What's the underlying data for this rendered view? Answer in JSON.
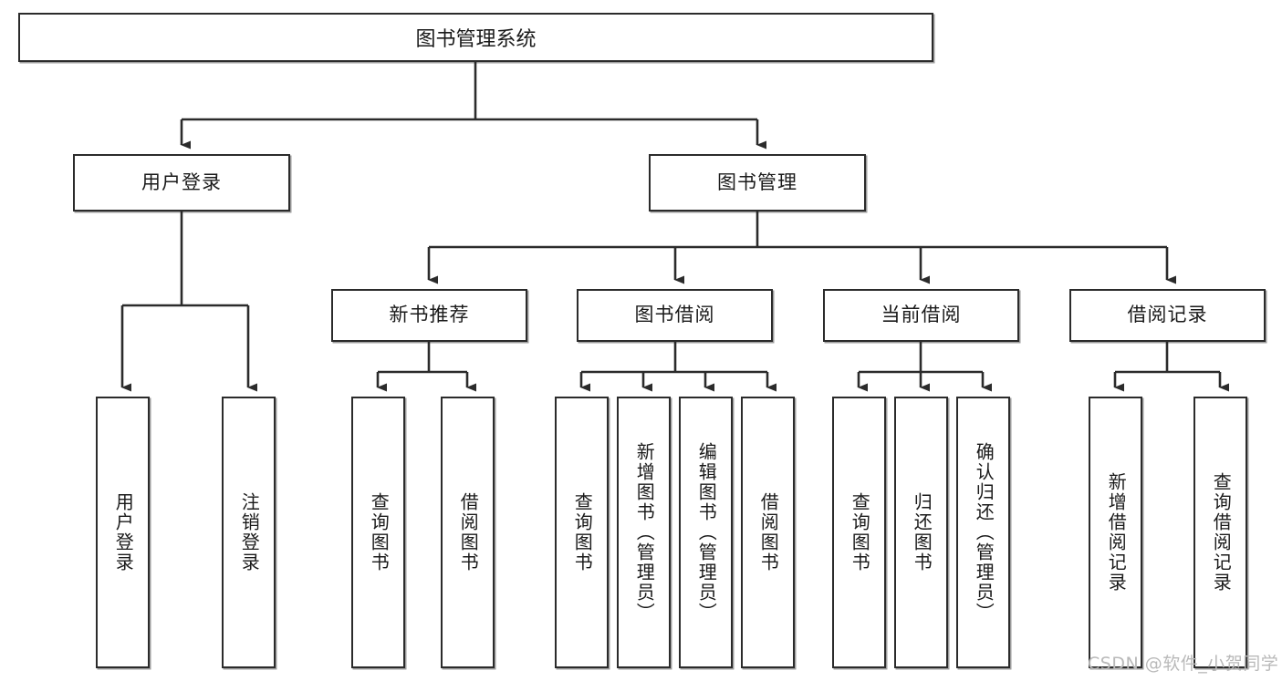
{
  "diagram": {
    "type": "tree",
    "title": "图书管理系统",
    "orientation": "top-down",
    "levels": 4,
    "line_color": "#2b2b2b",
    "box_fill": "#ffffff",
    "text_color": "#1a1a1a",
    "root": {
      "label": "图书管理系统",
      "children": [
        {
          "label": "用户登录",
          "children": [
            {
              "label": "用户登录"
            },
            {
              "label": "注销登录"
            }
          ]
        },
        {
          "label": "图书管理",
          "children": [
            {
              "label": "新书推荐",
              "children": [
                {
                  "label": "查询图书"
                },
                {
                  "label": "借阅图书"
                }
              ]
            },
            {
              "label": "图书借阅",
              "children": [
                {
                  "label": "查询图书"
                },
                {
                  "label": "新增图书（管理员）"
                },
                {
                  "label": "编辑图书（管理员）"
                },
                {
                  "label": "借阅图书"
                }
              ]
            },
            {
              "label": "当前借阅",
              "children": [
                {
                  "label": "查询图书"
                },
                {
                  "label": "归还图书"
                },
                {
                  "label": "确认归还（管理员）"
                }
              ]
            },
            {
              "label": "借阅记录",
              "children": [
                {
                  "label": "新增借阅记录"
                },
                {
                  "label": "查询借阅记录"
                }
              ]
            }
          ]
        }
      ]
    }
  },
  "watermark": {
    "text": "CSDN @软件_小贺同学"
  }
}
